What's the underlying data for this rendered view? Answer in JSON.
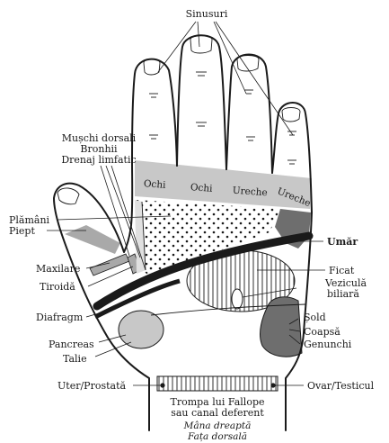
{
  "labels": {
    "sinusuri": "Sinusuri",
    "muschi_dorsali": "Mușchi dorsali",
    "bronhii": "Bronhii",
    "drenaj_limfatic": "Drenaj limfatic",
    "ochi_1": "Ochi",
    "ochi_2": "Ochi",
    "ureche_1": "Ureche",
    "ureche_2": "Ureche",
    "plamani": "Plămâni",
    "piept": "Piept",
    "umar": "Umăr",
    "maxilare": "Maxilare",
    "tiroida": "Tiroidă",
    "ficat": "Ficat",
    "vezicula_1": "Veziculă",
    "vezicula_2": "biliară",
    "diafragm": "Diafragm",
    "sold": "Șold",
    "coapsa": "Coapsă",
    "genunchi": "Genunchi",
    "pancreas": "Pancreas",
    "talie": "Talie",
    "uter_prostata": "Uter/Prostată",
    "ovar_testicul": "Ovar/Testicul",
    "trompa_1": "Trompa lui Fallope",
    "trompa_2": "sau canal deferent",
    "caption_1": "Mâna dreaptă",
    "caption_2": "Fața dorsală"
  },
  "colors": {
    "ink": "#1a1a1a",
    "light_gray": "#c8c8c8",
    "mid_gray": "#a9a9a9",
    "dark_gray": "#6e6e6e",
    "background": "#ffffff"
  }
}
